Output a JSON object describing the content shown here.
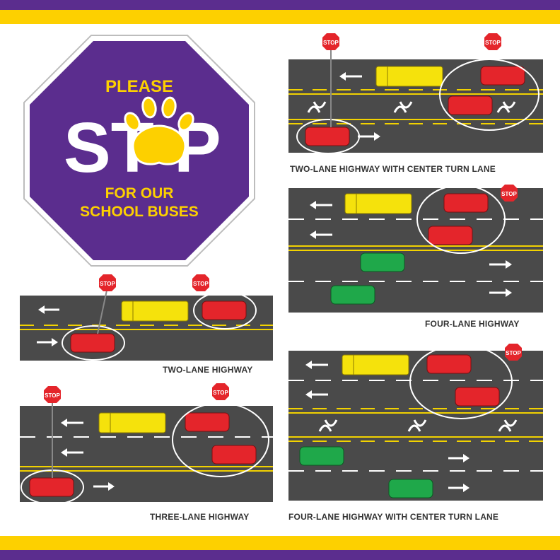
{
  "colors": {
    "purple": "#5b2d8e",
    "gold": "#fdd000",
    "road": "#4a4a4a",
    "lane_white": "#ffffff",
    "lane_yellow": "#f2d200",
    "car_red": "#e4252b",
    "car_green": "#1fa84a",
    "bus_yellow": "#f5e20c"
  },
  "sign": {
    "top": "PLEASE",
    "big_start": "ST",
    "big_end": "P",
    "line1": "FOR OUR",
    "line2": "SCHOOL BUSES",
    "emblem": "paw-icon"
  },
  "stop_label": "STOP",
  "captions": {
    "two_lane_center": "TWO-LANE HIGHWAY WITH CENTER TURN LANE",
    "four_lane": "FOUR-LANE HIGHWAY",
    "two_lane": "TWO-LANE HIGHWAY",
    "three_lane": "THREE-LANE HIGHWAY",
    "four_lane_center": "FOUR-LANE HIGHWAY WITH CENTER TURN LANE"
  }
}
